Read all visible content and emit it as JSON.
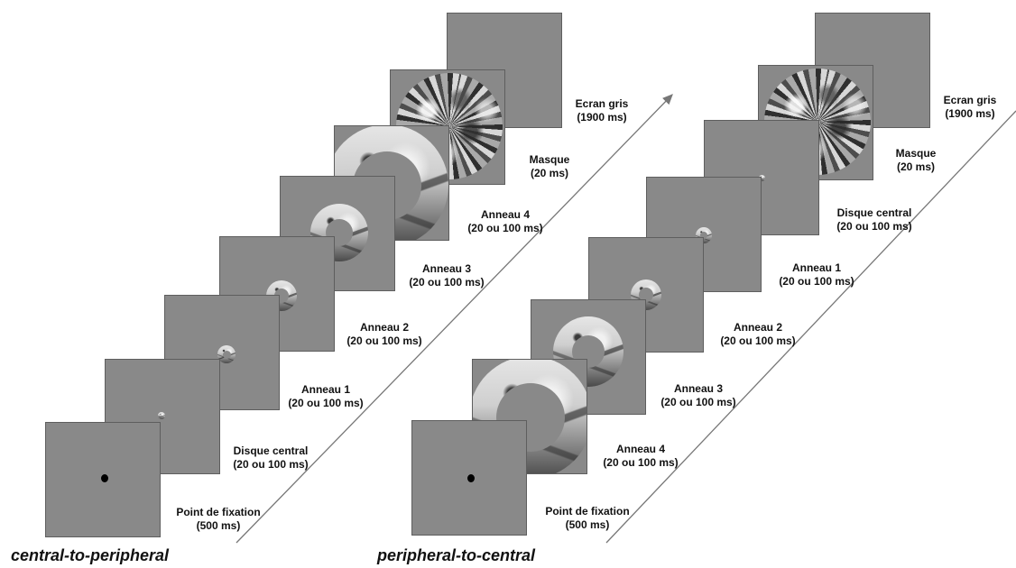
{
  "left_sequence": {
    "condition_label": "central-to-peripheral",
    "steps": [
      {
        "title": "Point de fixation",
        "duration": "(500 ms)"
      },
      {
        "title": "Disque central",
        "duration": "(20 ou 100 ms)"
      },
      {
        "title": "Anneau 1",
        "duration": "(20 ou 100 ms)"
      },
      {
        "title": "Anneau 2",
        "duration": "(20 ou 100 ms)"
      },
      {
        "title": "Anneau 3",
        "duration": "(20 ou 100 ms)"
      },
      {
        "title": "Anneau 4",
        "duration": "(20 ou 100 ms)"
      },
      {
        "title": "Masque",
        "duration": "(20 ms)"
      },
      {
        "title": "Ecran gris",
        "duration": "(1900 ms)"
      }
    ]
  },
  "right_sequence": {
    "condition_label": "peripheral-to-central",
    "steps": [
      {
        "title": "Point de fixation",
        "duration": "(500 ms)"
      },
      {
        "title": "Anneau 4",
        "duration": "(20 ou 100 ms)"
      },
      {
        "title": "Anneau 3",
        "duration": "(20 ou 100 ms)"
      },
      {
        "title": "Anneau 2",
        "duration": "(20 ou 100 ms)"
      },
      {
        "title": "Anneau 1",
        "duration": "(20 ou 100 ms)"
      },
      {
        "title": "Disque central",
        "duration": "(20 ou 100 ms)"
      },
      {
        "title": "Masque",
        "duration": "(20 ms)"
      },
      {
        "title": "Ecran gris",
        "duration": "(1900 ms)"
      }
    ]
  },
  "colors": {
    "frame_gray": "#898989",
    "arrow_gray": "#777777"
  }
}
